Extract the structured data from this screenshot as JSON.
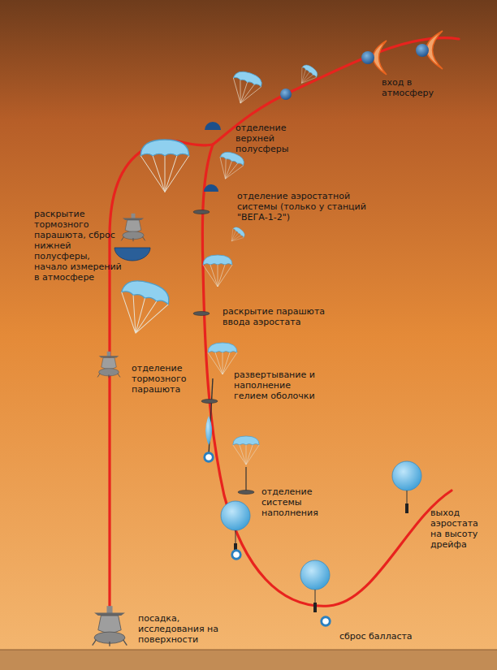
{
  "diagram": {
    "labels": [
      "вход в атмосферу",
      "отделение верхней полусферы",
      "отделение аэростатной системы (только у станций \"ВЕГА-1-2\")",
      "раскрытие тормозного парашюта, сброс нижней полусферы, начало измерений в атмосфере",
      "раскрытие парашюта ввода аэростата",
      "отделение тормозного парашюта",
      "развертывание и наполнение гелием оболочки",
      "отделение системы наполнения",
      "выход аэростата на высоту дрейфа",
      "посадка, исследования на поверхности",
      "сброс балласта"
    ]
  }
}
